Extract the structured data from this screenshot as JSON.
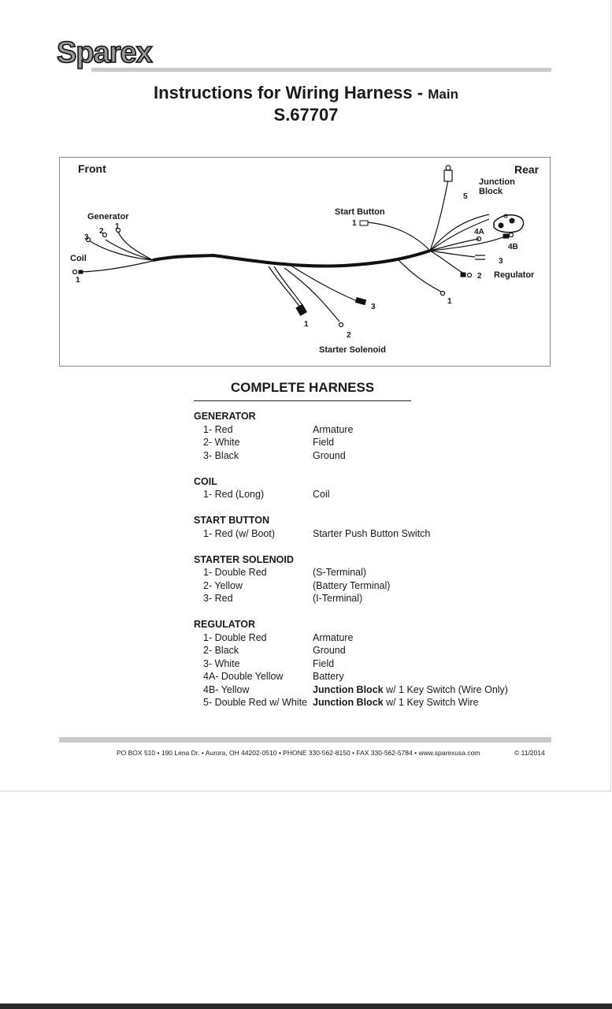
{
  "logo": {
    "text": "Sparex"
  },
  "header": {
    "title": "Instructions for Wiring Harness -",
    "title_suffix": "Main",
    "part_number": "S.67707"
  },
  "diagram": {
    "front": "Front",
    "rear": "Rear",
    "generator": "Generator",
    "coil": "Coil",
    "start_button": "Start Button",
    "junction_block": "Junction Block",
    "regulator": "Regulator",
    "starter_solenoid": "Starter Solenoid",
    "pins": {
      "gen_1": "1",
      "gen_2": "2",
      "gen_3": "3",
      "coil_1": "1",
      "start_1": "1",
      "reg_5": "5",
      "reg_4a": "4A",
      "reg_4b": "4B",
      "reg_3": "3",
      "reg_2": "2",
      "reg_1": "1",
      "sol_1": "1",
      "sol_2": "2",
      "sol_3": "3"
    }
  },
  "harness": {
    "title": "COMPLETE HARNESS",
    "groups": [
      {
        "name": "GENERATOR",
        "rows": [
          {
            "wire": "1- Red",
            "desc": "Armature"
          },
          {
            "wire": "2- White",
            "desc": "Field"
          },
          {
            "wire": "3- Black",
            "desc": "Ground"
          }
        ]
      },
      {
        "name": "COIL",
        "rows": [
          {
            "wire": "1- Red (Long)",
            "desc": "Coil"
          }
        ]
      },
      {
        "name": "START BUTTON",
        "rows": [
          {
            "wire": "1- Red (w/ Boot)",
            "desc": "Starter Push Button Switch"
          }
        ]
      },
      {
        "name": "STARTER SOLENOID",
        "rows": [
          {
            "wire": "1- Double Red",
            "desc": "(S-Terminal)"
          },
          {
            "wire": "2- Yellow",
            "desc": "(Battery Terminal)"
          },
          {
            "wire": "3- Red",
            "desc": "(I-Terminal)"
          }
        ]
      },
      {
        "name": "REGULATOR",
        "rows": [
          {
            "wire": "1- Double Red",
            "desc": "Armature"
          },
          {
            "wire": "2- Black",
            "desc": "Ground"
          },
          {
            "wire": "3- White",
            "desc": "Field"
          },
          {
            "wire": "4A- Double Yellow",
            "desc": "Battery"
          },
          {
            "wire": "4B- Yellow",
            "desc_bold": "Junction Block",
            "desc": " w/ 1 Key Switch (Wire Only)"
          },
          {
            "wire": "5- Double Red w/ White",
            "desc_bold": "Junction Block",
            "desc": " w/ 1 Key Switch Wire"
          }
        ]
      }
    ]
  },
  "footer": {
    "address": "PO BOX 510 • 190 Lena Dr. • Aurora, OH 44202-0510 • PHONE 330-562-8150 • FAX 330-562-5784 • www.sparexusa.com",
    "copyright": "© 11/2014"
  }
}
